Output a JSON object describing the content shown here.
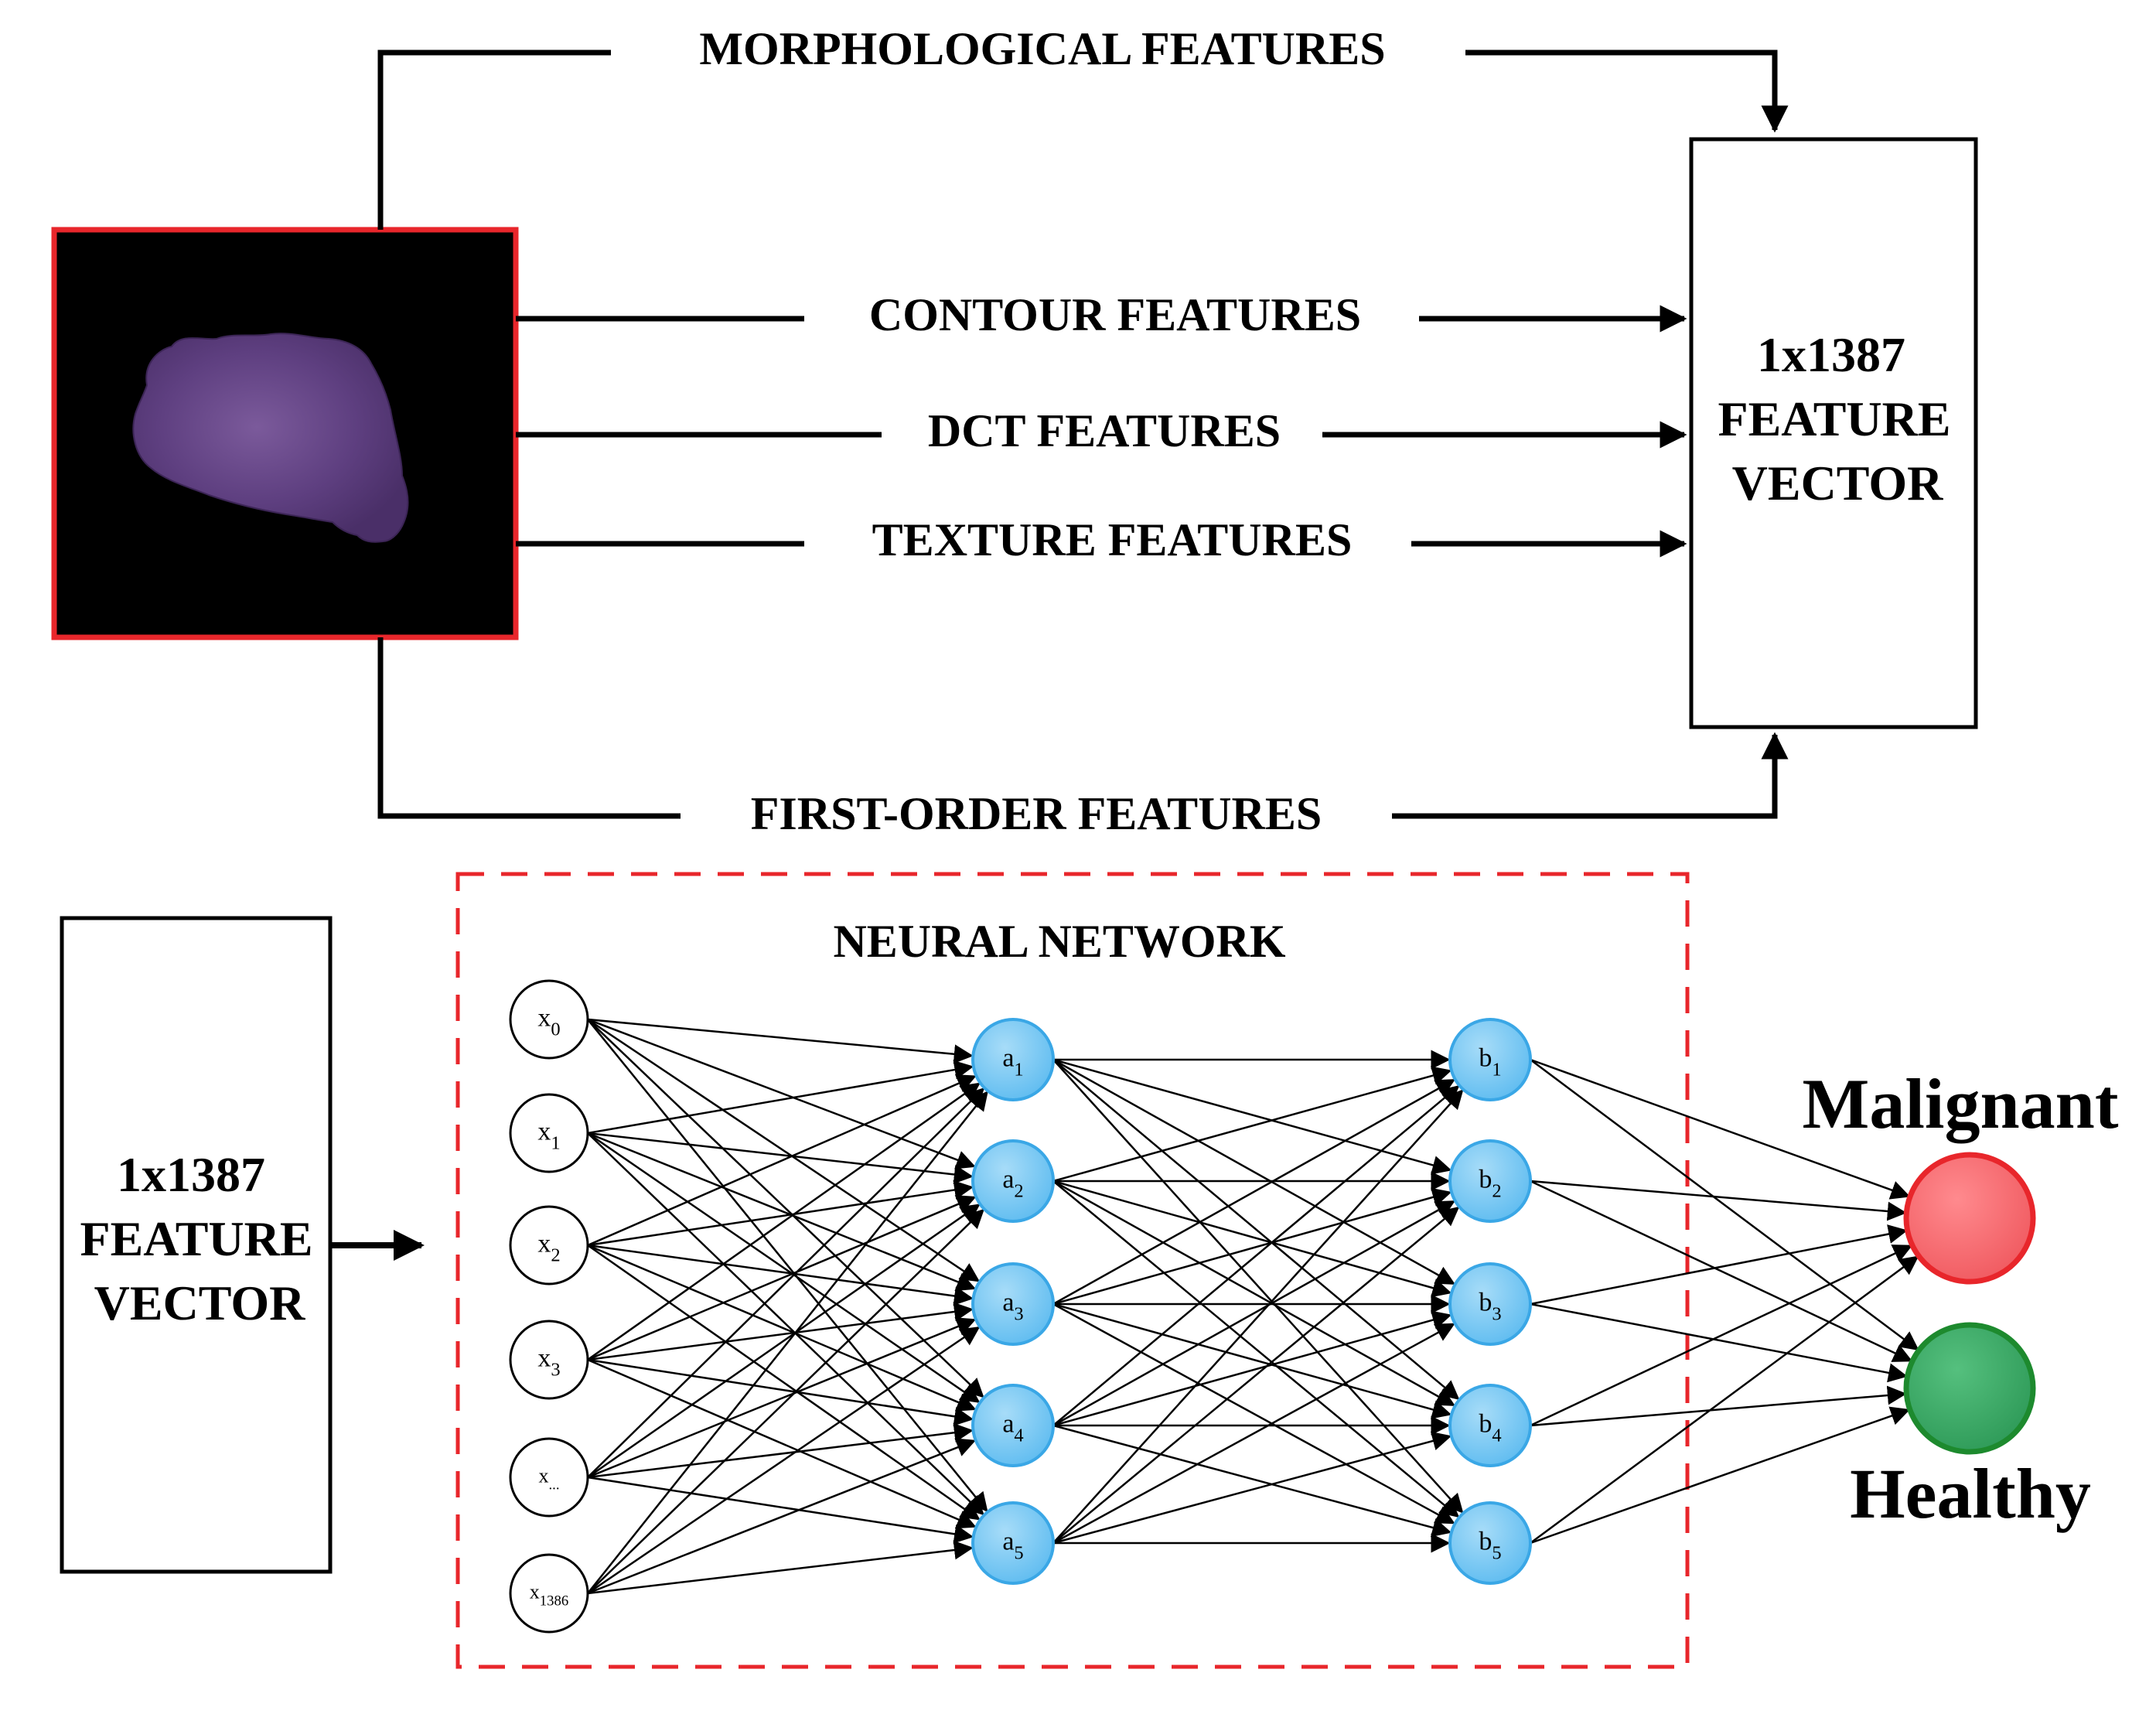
{
  "top": {
    "features": {
      "morphological": "MORPHOLOGICAL FEATURES",
      "contour": "CONTOUR FEATURES",
      "dct": "DCT FEATURES",
      "texture": "TEXTURE FEATURES",
      "first_order": "FIRST-ORDER FEATURES"
    },
    "vector_box": {
      "line1": "1x1387",
      "line2": "FEATURE",
      "line3": "VECTOR"
    }
  },
  "bottom": {
    "vector_box": {
      "line1": "1x1387",
      "line2": "FEATURE",
      "line3": "VECTOR"
    },
    "network_title": "NEURAL NETWORK",
    "input_nodes": [
      {
        "base": "x",
        "sub": "0"
      },
      {
        "base": "x",
        "sub": "1"
      },
      {
        "base": "x",
        "sub": "2"
      },
      {
        "base": "x",
        "sub": "3"
      },
      {
        "base": "x",
        "sub": "..."
      },
      {
        "base": "x",
        "sub": "1386"
      }
    ],
    "hidden1_nodes": [
      {
        "base": "a",
        "sub": "1"
      },
      {
        "base": "a",
        "sub": "2"
      },
      {
        "base": "a",
        "sub": "3"
      },
      {
        "base": "a",
        "sub": "4"
      },
      {
        "base": "a",
        "sub": "5"
      }
    ],
    "hidden2_nodes": [
      {
        "base": "b",
        "sub": "1"
      },
      {
        "base": "b",
        "sub": "2"
      },
      {
        "base": "b",
        "sub": "3"
      },
      {
        "base": "b",
        "sub": "4"
      },
      {
        "base": "b",
        "sub": "5"
      }
    ],
    "outputs": {
      "malignant": "Malignant",
      "healthy": "Healthy"
    }
  },
  "colors": {
    "image_border": "#e8262b",
    "dashed_border": "#e8262b",
    "hidden_node_fill": "#7cc8f2",
    "hidden_node_stroke": "#3aa7e6",
    "malignant_fill": "#f0646a",
    "malignant_stroke": "#e8262b",
    "healthy_fill": "#3aaa66",
    "healthy_stroke": "#1d8a2e",
    "nucleus": "#6b4a8a"
  }
}
